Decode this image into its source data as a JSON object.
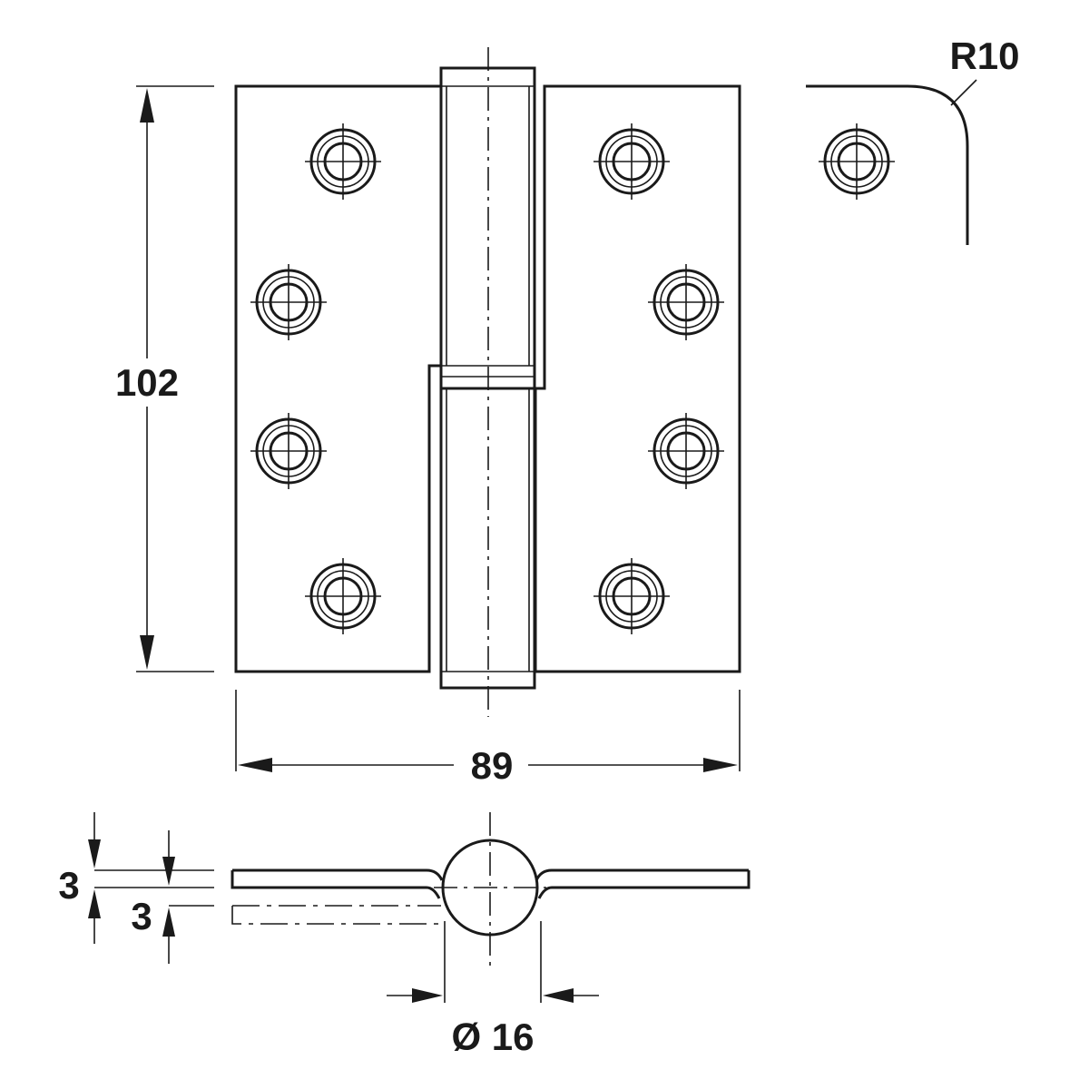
{
  "dimensions": {
    "height": "102",
    "width": "89",
    "radius": "R10",
    "leaf_thickness": "3",
    "gap": "3",
    "knuckle_diameter": "Ø 16"
  },
  "screw_holes": {
    "front_view_count": 8,
    "detail_view_count": 1
  },
  "colors": {
    "line": "#1a1a1a",
    "background": "#ffffff"
  }
}
